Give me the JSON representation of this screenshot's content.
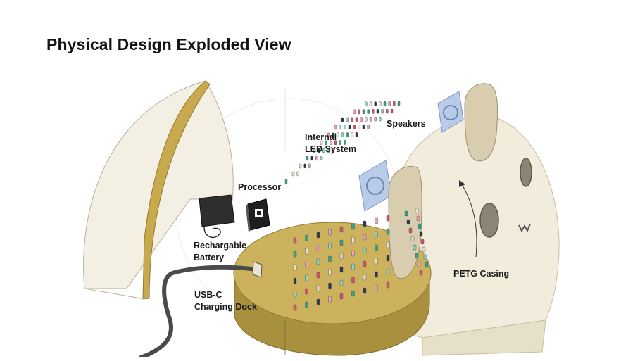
{
  "title": "Physical Design Exploded View",
  "labels": {
    "speakers": "Speakers",
    "led_line1": "Internal",
    "led_line2": "LED System",
    "processor": "Processor",
    "battery_line1": "Rechargable",
    "battery_line2": "Battery",
    "usb_line1": "USB-C",
    "usb_line2": "Charging Dock",
    "casing": "PETG Casing"
  },
  "colors": {
    "base_top": "#cdb25e",
    "base_side": "#a8903f",
    "shell": "#f1ecdc",
    "shell_edge": "#d9c98f",
    "speaker_plate": "#b8ccea",
    "led_colors": [
      "#d94f6e",
      "#2aa68a",
      "#e8e2c9",
      "#2b3550",
      "#f3a3b5",
      "#8fd6c0"
    ]
  }
}
